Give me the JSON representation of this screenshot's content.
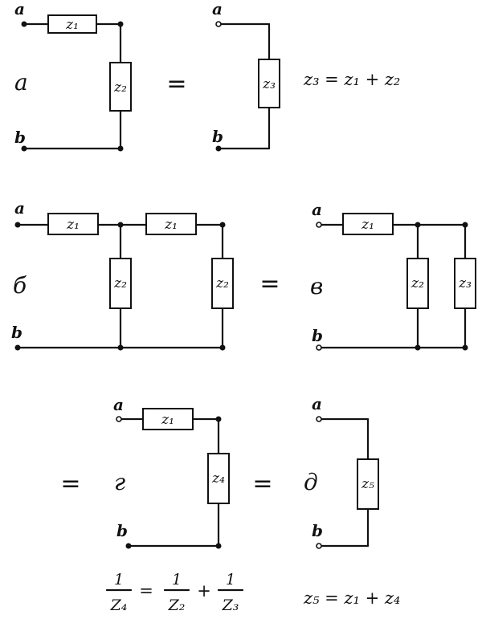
{
  "terminals": {
    "a": "a",
    "b": "b"
  },
  "impedance_labels": {
    "z1": "z₁",
    "z2": "z₂",
    "z3": "z₃",
    "z4": "z₄",
    "z5": "z₅"
  },
  "diagram_labels": {
    "a": "a",
    "b": "б",
    "v": "в",
    "g": "г",
    "d": "д"
  },
  "equals": "=",
  "formulas": {
    "z3": "z₃ = z₁ + z₂",
    "z4_lhs_num": "1",
    "z4_lhs_den": "Z₄",
    "z4_mid": "=",
    "z4_r1_num": "1",
    "z4_r1_den": "Z₂",
    "z4_plus": "+",
    "z4_r2_num": "1",
    "z4_r2_den": "Z₃",
    "z5": "z₅ = z₁ + z₄"
  }
}
